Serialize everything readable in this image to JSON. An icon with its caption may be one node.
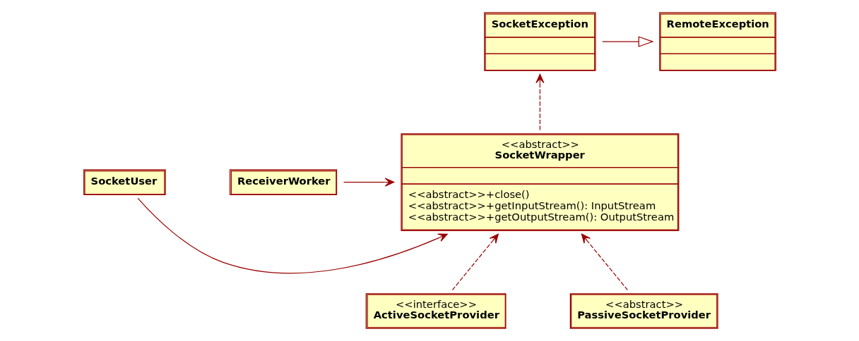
{
  "diagram": {
    "nodes": [
      {
        "text": [
          "RemoteException"
        ]
      },
      {
        "text": [
          "SocketException"
        ]
      },
      {
        "text": [
          "SocketUser"
        ]
      },
      {
        "text": [
          "<<abstract>>",
          "SocketWrapper",
          "<<abstract>>+close()",
          "<<abstract>>+getInputStream(): InputStream",
          "<<abstract>>+getOutputStream(): OutputStream"
        ]
      },
      {
        "text": [
          "ReceiverWorker"
        ]
      },
      {
        "text": [
          "<<interface>>",
          "ActiveSocketProvider"
        ]
      },
      {
        "text": [
          "<<abstract>>",
          "PassiveSocketProvider"
        ]
      }
    ],
    "edges": [
      {
        "from": 1,
        "to": 0,
        "arrow": "to"
      },
      {
        "from": 3,
        "to": 1,
        "arrow": "to",
        "style": "dashed"
      },
      {
        "from": 2,
        "to": 3,
        "arrow": "to"
      },
      {
        "from": 4,
        "to": 3,
        "arrow": "to"
      },
      {
        "from": 5,
        "to": 3,
        "arrow": "to",
        "style": "dashed"
      },
      {
        "from": 6,
        "to": 3,
        "arrow": "to",
        "style": "dashed"
      }
    ]
  }
}
